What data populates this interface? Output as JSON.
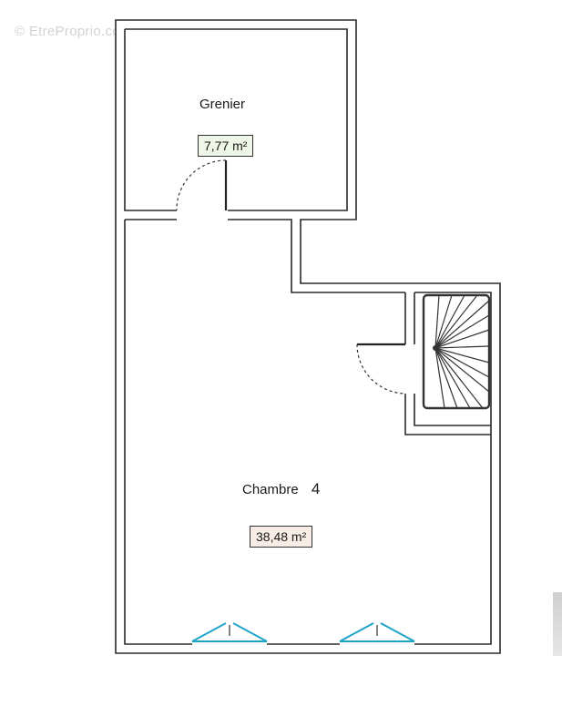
{
  "watermark": {
    "text": "© EtreProprio.com"
  },
  "rooms": {
    "grenier": {
      "name": "Grenier",
      "area": "7,77 m²",
      "area_bg": "#eef6e8"
    },
    "chambre": {
      "name": "Chambre",
      "number": "4",
      "area": "38,48 m²",
      "area_bg": "#f8ede6"
    }
  },
  "colors": {
    "wall": "#2b2b2b",
    "window": "#1fa3c8"
  },
  "icons": [
    "door-swing-icon",
    "spiral-staircase-icon",
    "window-icon"
  ]
}
